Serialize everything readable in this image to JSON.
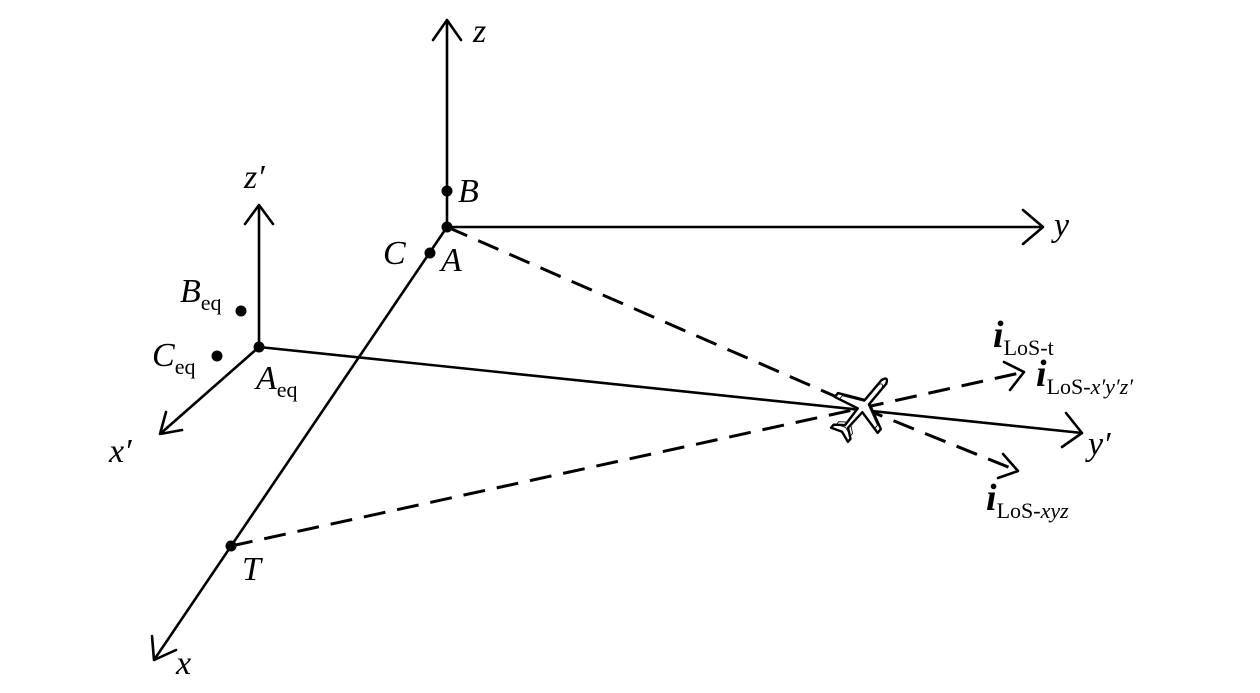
{
  "axes": {
    "z": "z",
    "y": "y",
    "x": "x",
    "z_prime": "z′",
    "y_prime": "y′",
    "x_prime": "x′"
  },
  "points": {
    "A": "A",
    "B": "B",
    "C": "C",
    "T": "T",
    "A_eq": {
      "main": "A",
      "sub": "eq"
    },
    "B_eq": {
      "main": "B",
      "sub": "eq"
    },
    "C_eq": {
      "main": "C",
      "sub": "eq"
    }
  },
  "vectors": {
    "los_t": {
      "symbol": "i",
      "sub": "LoS-t"
    },
    "los_xpypzp": {
      "symbol": "i",
      "sub_prefix": "LoS-",
      "sub_italic": "x′y′z′"
    },
    "los_xyz": {
      "symbol": "i",
      "sub_prefix": "LoS-",
      "sub_italic": "xyz"
    }
  },
  "icons": {
    "aircraft": "airplane-icon"
  }
}
